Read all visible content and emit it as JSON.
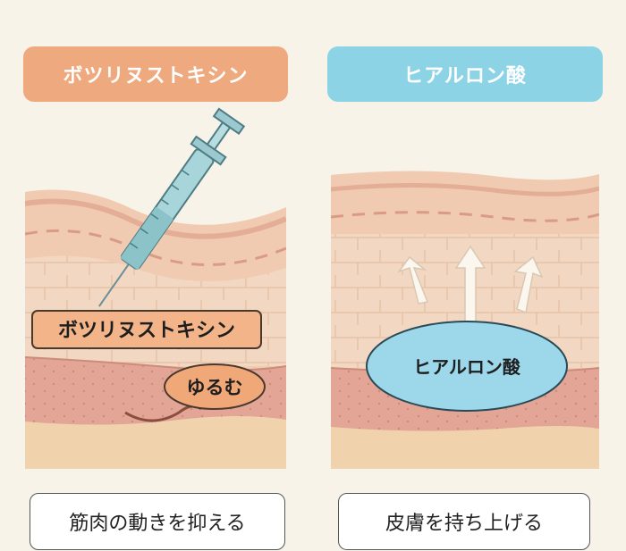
{
  "left_panel": {
    "title": "ボツリヌストキシン",
    "inner_label": "ボツリヌストキシン",
    "muscle_label": "ゆるむ",
    "caption": "筋肉の動きを抑える"
  },
  "right_panel": {
    "title": "ヒアルロン酸",
    "inner_label": "ヒアルロン酸",
    "caption": "皮膚を持ち上げる"
  },
  "colors": {
    "left_header": "#eeaa7e",
    "right_header": "#8dd3e6",
    "skin_top": "#f4d6bf",
    "skin_mid": "#edc7ad",
    "muscle": "#e4a898",
    "fat": "#f1d7b3",
    "filler": "#9cd7ea"
  }
}
